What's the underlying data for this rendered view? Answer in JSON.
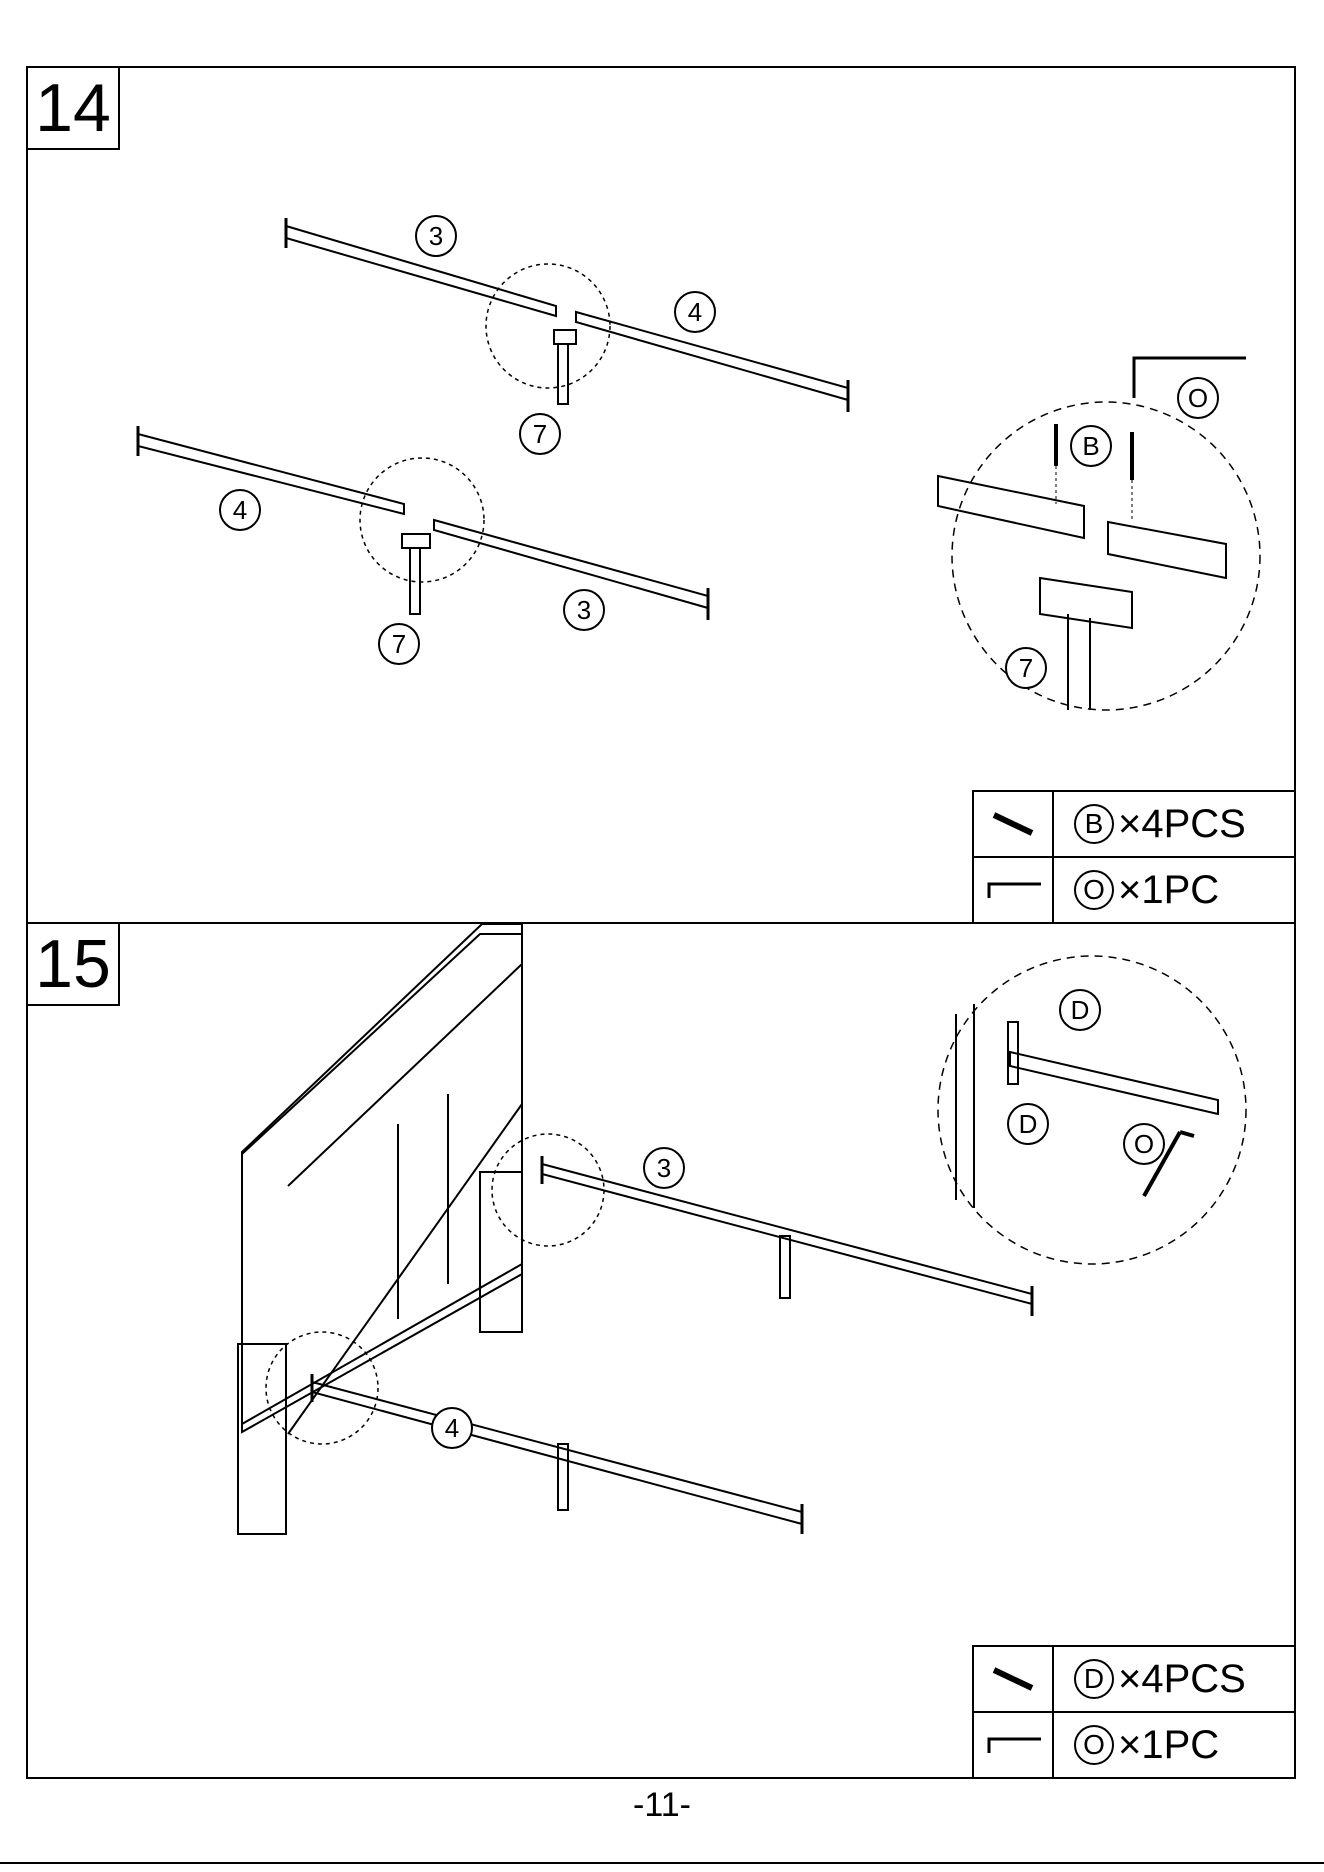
{
  "steps": [
    {
      "number": "14",
      "callouts": [
        "3",
        "4",
        "7",
        "4",
        "3",
        "7"
      ],
      "detail_callouts": [
        "B",
        "O",
        "7"
      ],
      "parts": [
        {
          "icon": "bolt-icon",
          "code": "B",
          "qty": "×4PCS"
        },
        {
          "icon": "allen-key-icon",
          "code": "O",
          "qty": "×1PC"
        }
      ]
    },
    {
      "number": "15",
      "callouts": [
        "3",
        "4"
      ],
      "detail_callouts": [
        "D",
        "D",
        "O"
      ],
      "parts": [
        {
          "icon": "bolt-icon",
          "code": "D",
          "qty": "×4PCS"
        },
        {
          "icon": "allen-key-icon",
          "code": "O",
          "qty": "×1PC"
        }
      ]
    }
  ],
  "page_number": "-11-"
}
